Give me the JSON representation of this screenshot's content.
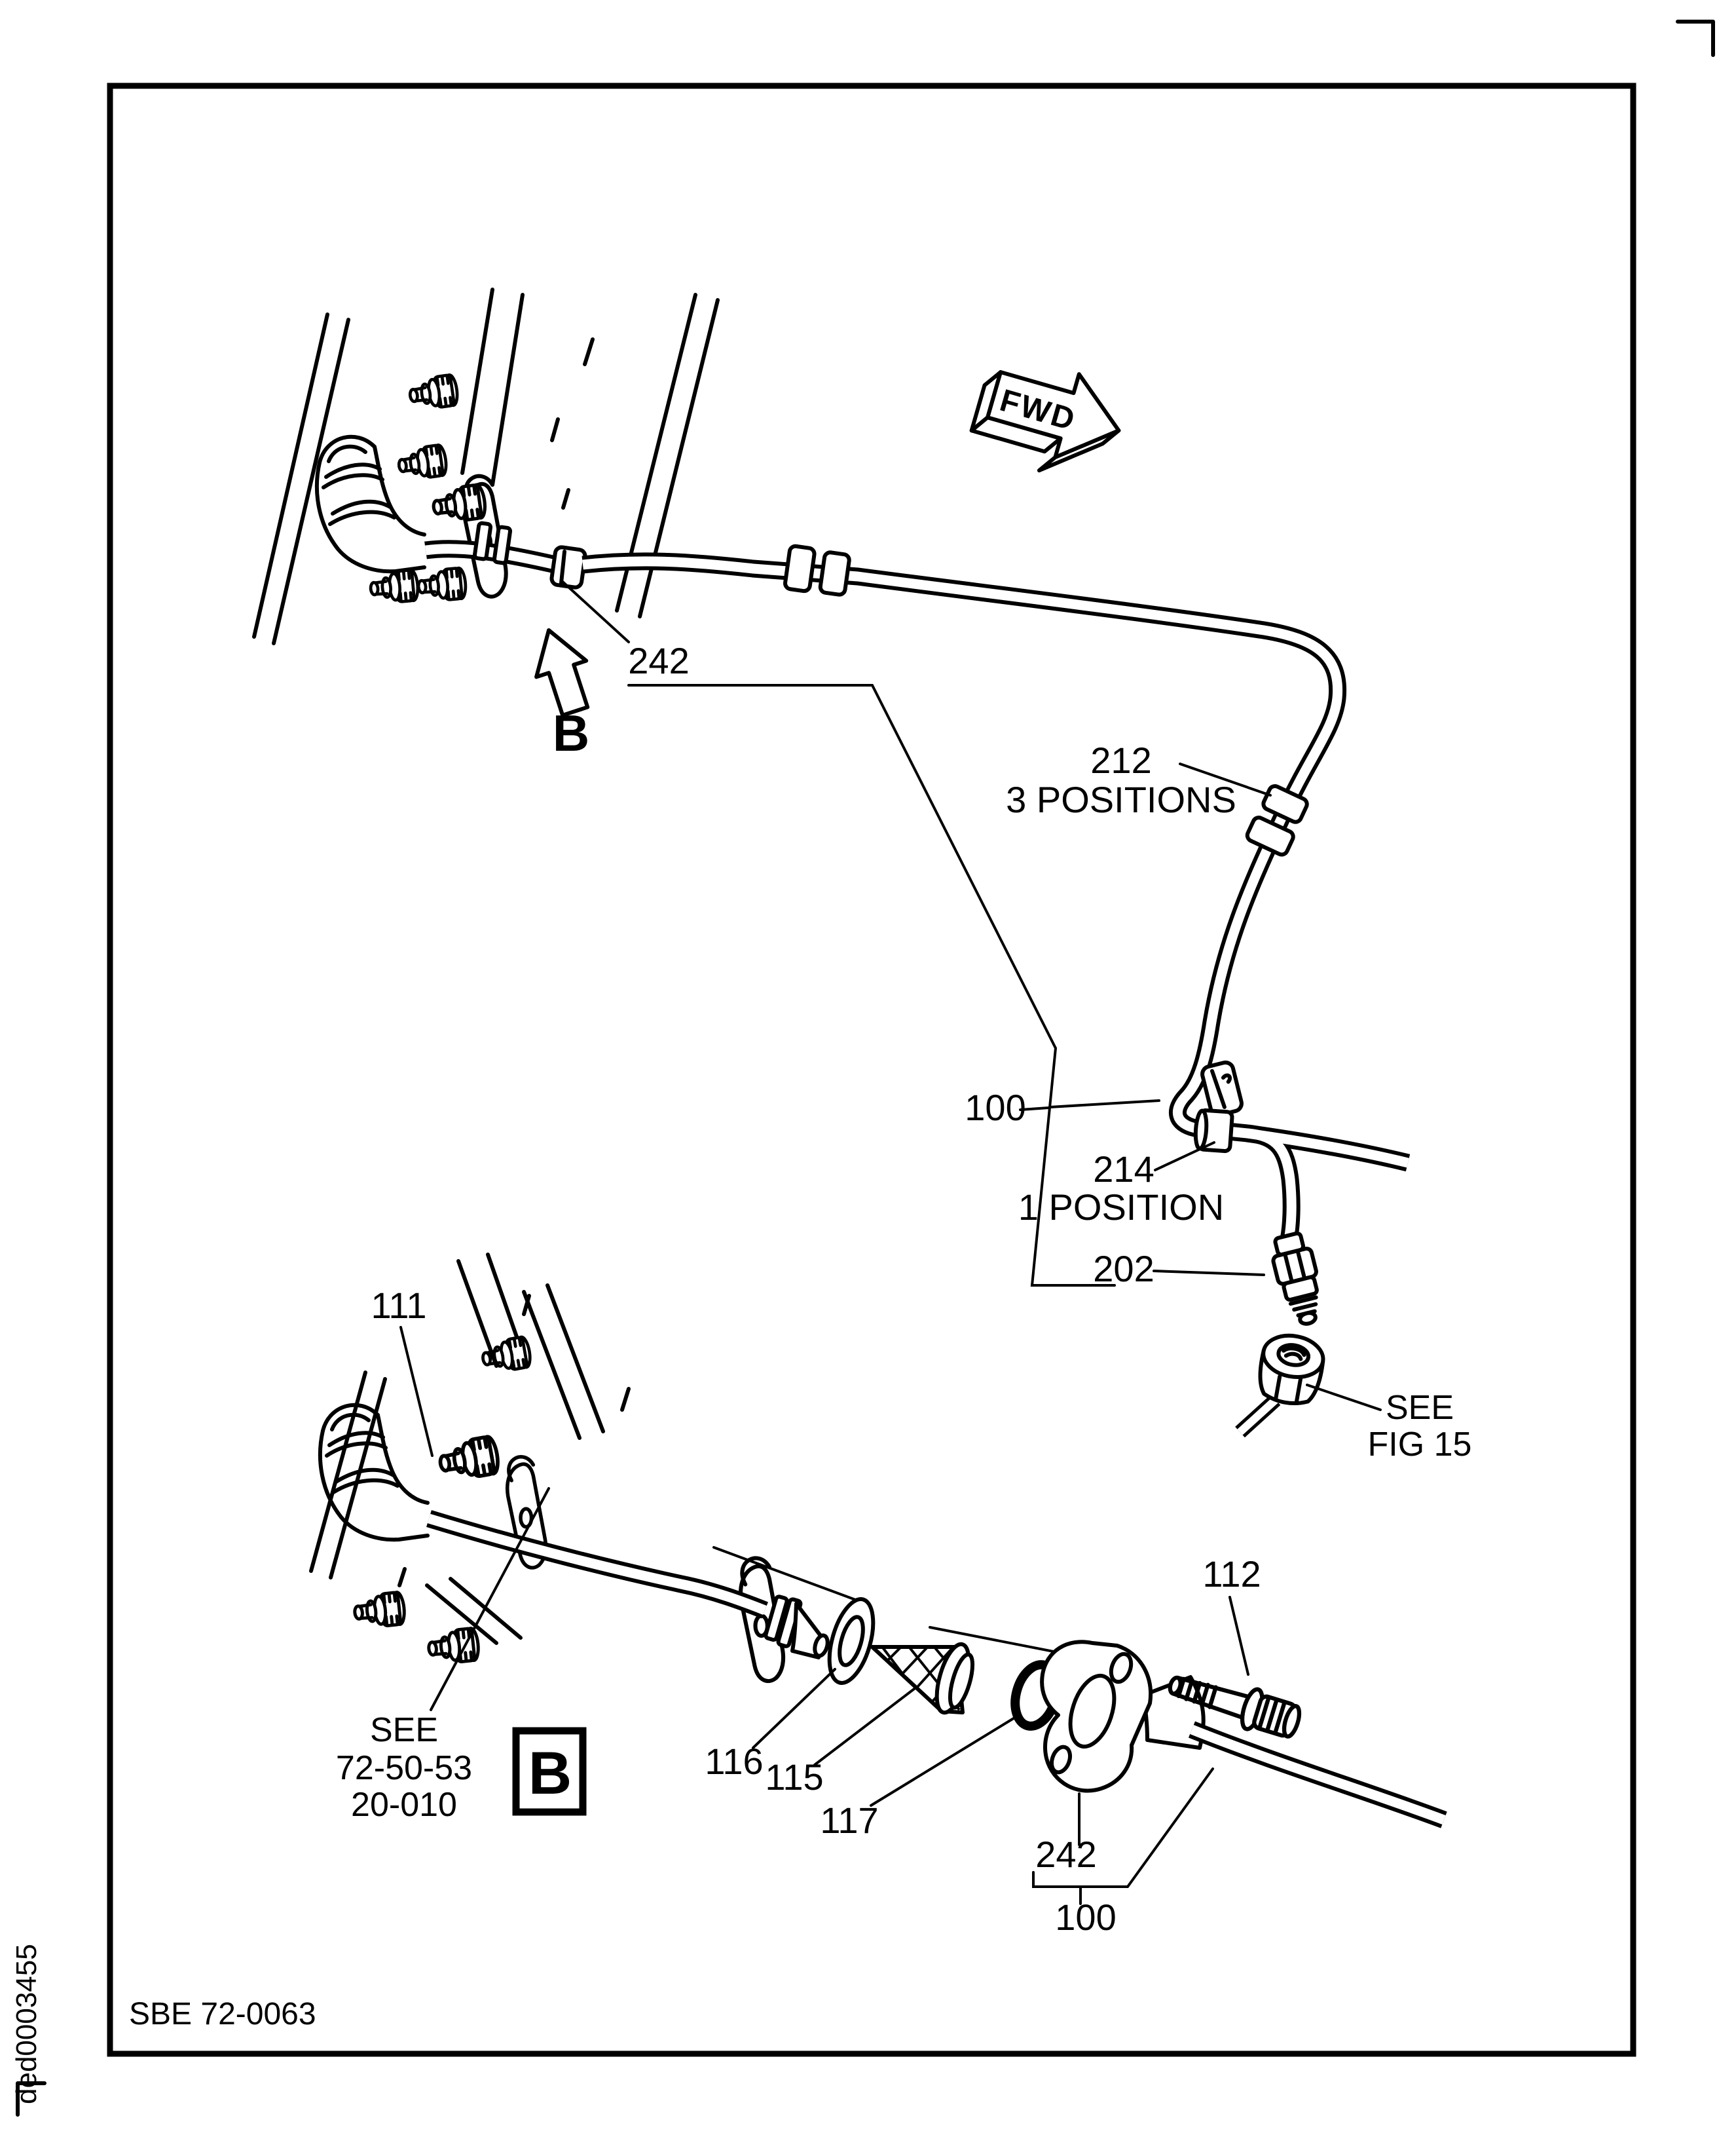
{
  "page": {
    "figure_code": "SBE 72-0063",
    "doc_number": "ded0003455"
  },
  "orientation": {
    "fwd_label": "FWD"
  },
  "detail_view": {
    "arrow_label": "B",
    "box_label": "B"
  },
  "callouts_upper": {
    "item_242": "242",
    "item_212": "212",
    "item_212_note": "3 POSITIONS",
    "item_100": "100",
    "item_214": "214",
    "item_214_note": "1 POSITION",
    "item_202": "202",
    "ref_fig15_line1": "SEE",
    "ref_fig15_line2": "FIG 15"
  },
  "callouts_lower": {
    "item_111": "111",
    "item_112": "112",
    "item_115": "115",
    "item_116": "116",
    "item_117": "117",
    "item_242": "242",
    "item_100": "100",
    "ref_task_line1": "SEE",
    "ref_task_line2": "72-50-53",
    "ref_task_line3": "20-010"
  }
}
